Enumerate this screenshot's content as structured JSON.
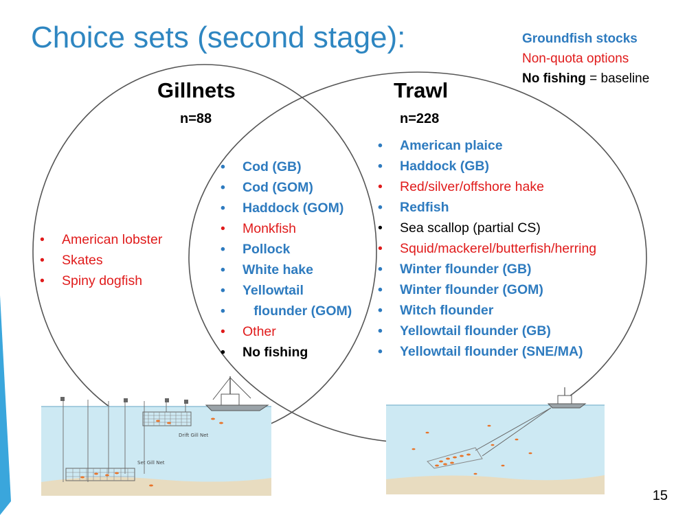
{
  "slide": {
    "title": "Choice sets (second stage):",
    "page_number": "15"
  },
  "legend": {
    "groundfish": "Groundfish stocks",
    "nonquota": "Non-quota options",
    "nofishing_bold": "No fishing",
    "nofishing_rest": " = baseline"
  },
  "gillnets": {
    "heading": "Gillnets",
    "n": "n=88",
    "items": [
      {
        "text": "American lobster",
        "kind": "red"
      },
      {
        "text": "Skates",
        "kind": "red"
      },
      {
        "text": "Spiny dogfish",
        "kind": "red"
      }
    ]
  },
  "trawl": {
    "heading": "Trawl",
    "n": "n=228",
    "items": [
      {
        "text": "American plaice",
        "kind": "blue"
      },
      {
        "text": "Haddock (GB)",
        "kind": "blue"
      },
      {
        "text": "Red/silver/offshore hake",
        "kind": "red"
      },
      {
        "text": "Redfish",
        "kind": "blue"
      },
      {
        "text": "Sea scallop (partial CS)",
        "kind": "black"
      },
      {
        "text": "Squid/mackerel/butterfish/herring",
        "kind": "red"
      },
      {
        "text": "Winter flounder (GB)",
        "kind": "blue"
      },
      {
        "text": "Winter flounder (GOM)",
        "kind": "blue"
      },
      {
        "text": "Witch flounder",
        "kind": "blue"
      },
      {
        "text": "Yellowtail flounder (GB)",
        "kind": "blue"
      },
      {
        "text": "Yellowtail flounder (SNE/MA)",
        "kind": "blue"
      }
    ]
  },
  "overlap": {
    "items": [
      {
        "text": "Cod (GB)",
        "kind": "blue"
      },
      {
        "text": "Cod (GOM)",
        "kind": "blue"
      },
      {
        "text": "Haddock (GOM)",
        "kind": "blue"
      },
      {
        "text": "Monkfish",
        "kind": "red"
      },
      {
        "text": "Pollock",
        "kind": "blue"
      },
      {
        "text": "White hake",
        "kind": "blue"
      },
      {
        "text": "Yellowtail",
        "kind": "blue"
      },
      {
        "text": "   flounder (GOM)",
        "kind": "blue"
      },
      {
        "text": "Other",
        "kind": "red"
      },
      {
        "text": "No fishing",
        "kind": "blackb"
      }
    ]
  },
  "illustrations": {
    "drift_label": "Drift Gill Net",
    "set_label": "Set Gill Net"
  },
  "colors": {
    "title": "#2e86c1",
    "groundfish": "#2e7bbf",
    "nonquota": "#e01b1b",
    "accent_bar": "#3aa6dc",
    "water": "#cde9f3",
    "sand": "#e8dcc0"
  }
}
